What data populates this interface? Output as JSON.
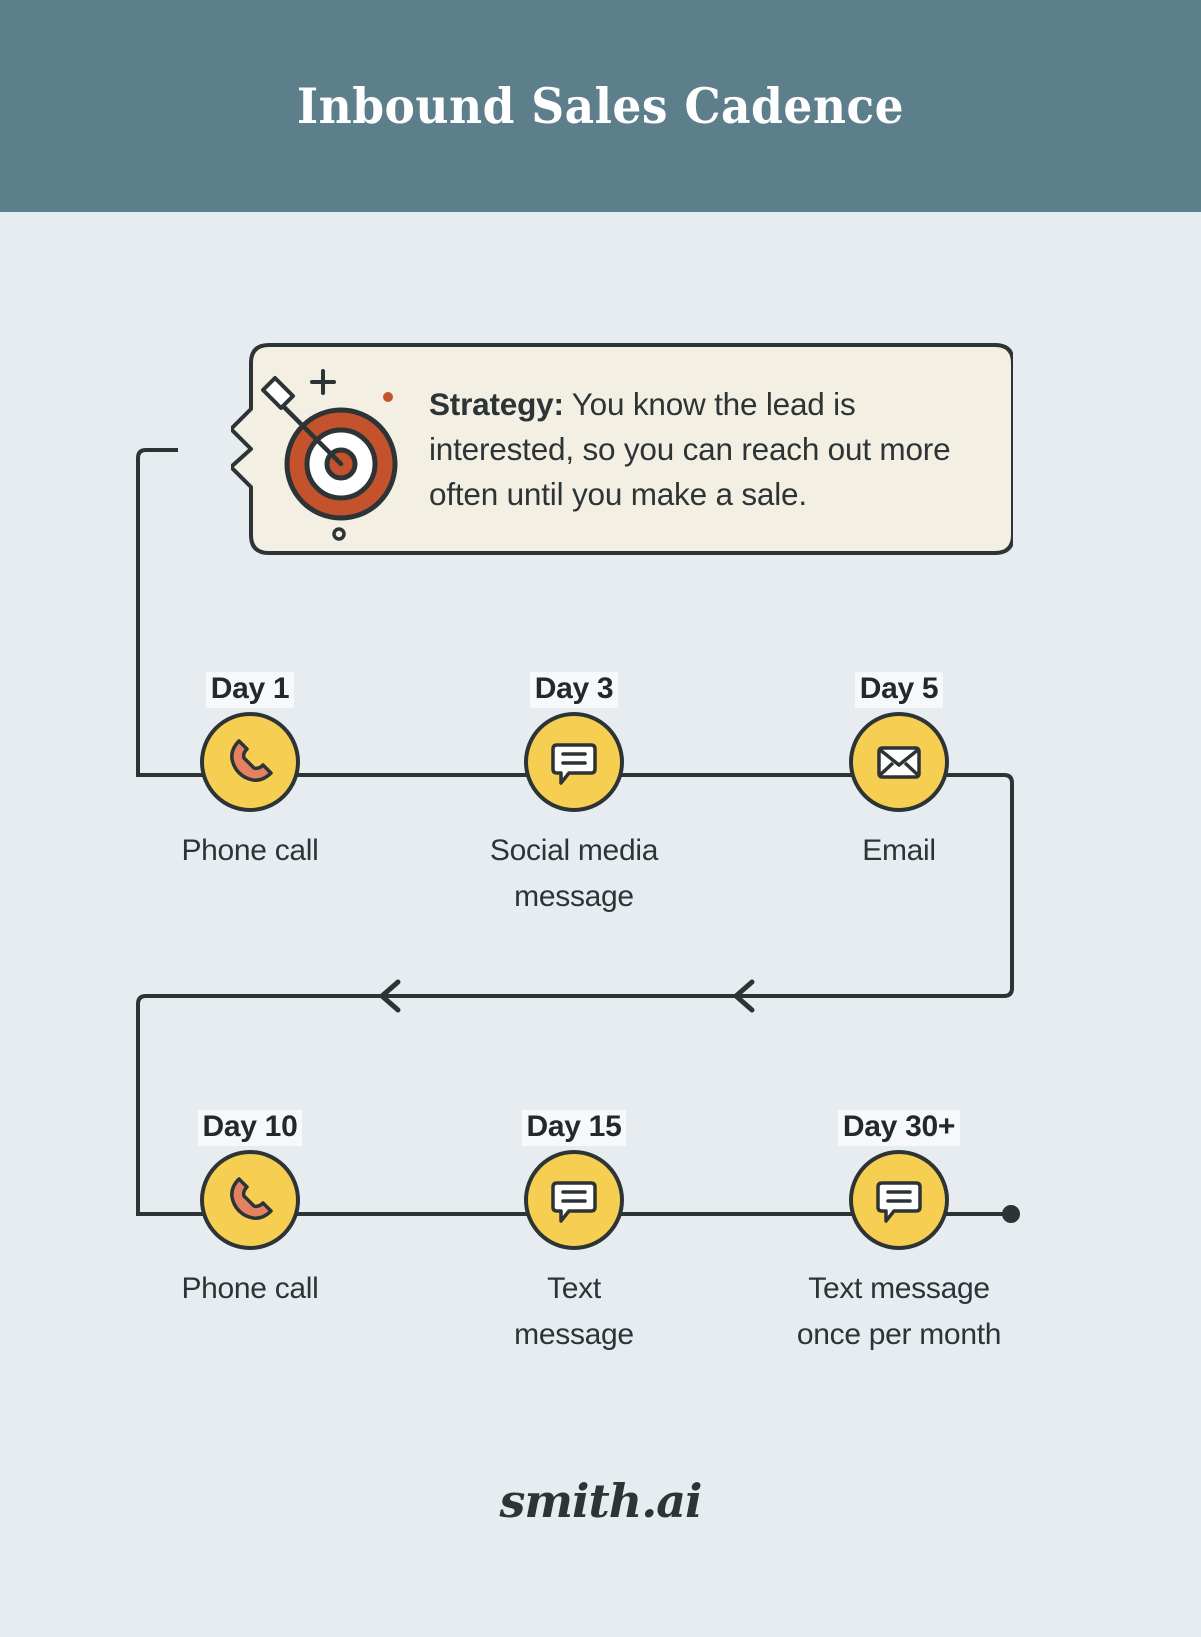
{
  "header": {
    "title": "Inbound Sales Cadence",
    "background_color": "#5d7e8b",
    "text_color": "#ffffff"
  },
  "page": {
    "background_color": "#e7ecf1",
    "ink_color": "#2d3436"
  },
  "callout": {
    "icon": "target-with-arrow-icon",
    "background_color": "#f4efe3",
    "label": "Strategy:",
    "body": " You know the lead is interested, so you can reach out more often until you make a sale.",
    "full_text": "Strategy: You know the lead is interested, so you can reach out more often until you make a sale."
  },
  "timeline": {
    "node_fill": "#f6cf52",
    "node_stroke": "#2d3436",
    "rows": [
      {
        "name": "row-one",
        "steps": [
          {
            "day": "Day 1",
            "caption": "Phone call",
            "icon": "phone-icon"
          },
          {
            "day": "Day 3",
            "caption": "Social media\nmessage",
            "icon": "chat-bubble-icon"
          },
          {
            "day": "Day 5",
            "caption": "Email",
            "icon": "envelope-icon"
          }
        ]
      },
      {
        "name": "row-two",
        "steps": [
          {
            "day": "Day 10",
            "caption": "Phone call",
            "icon": "phone-icon"
          },
          {
            "day": "Day 15",
            "caption": "Text\nmessage",
            "icon": "chat-bubble-icon"
          },
          {
            "day": "Day 30+",
            "caption": "Text message\nonce per month",
            "icon": "chat-bubble-icon"
          }
        ]
      }
    ]
  },
  "footer": {
    "logo_text": "smith.ai"
  }
}
